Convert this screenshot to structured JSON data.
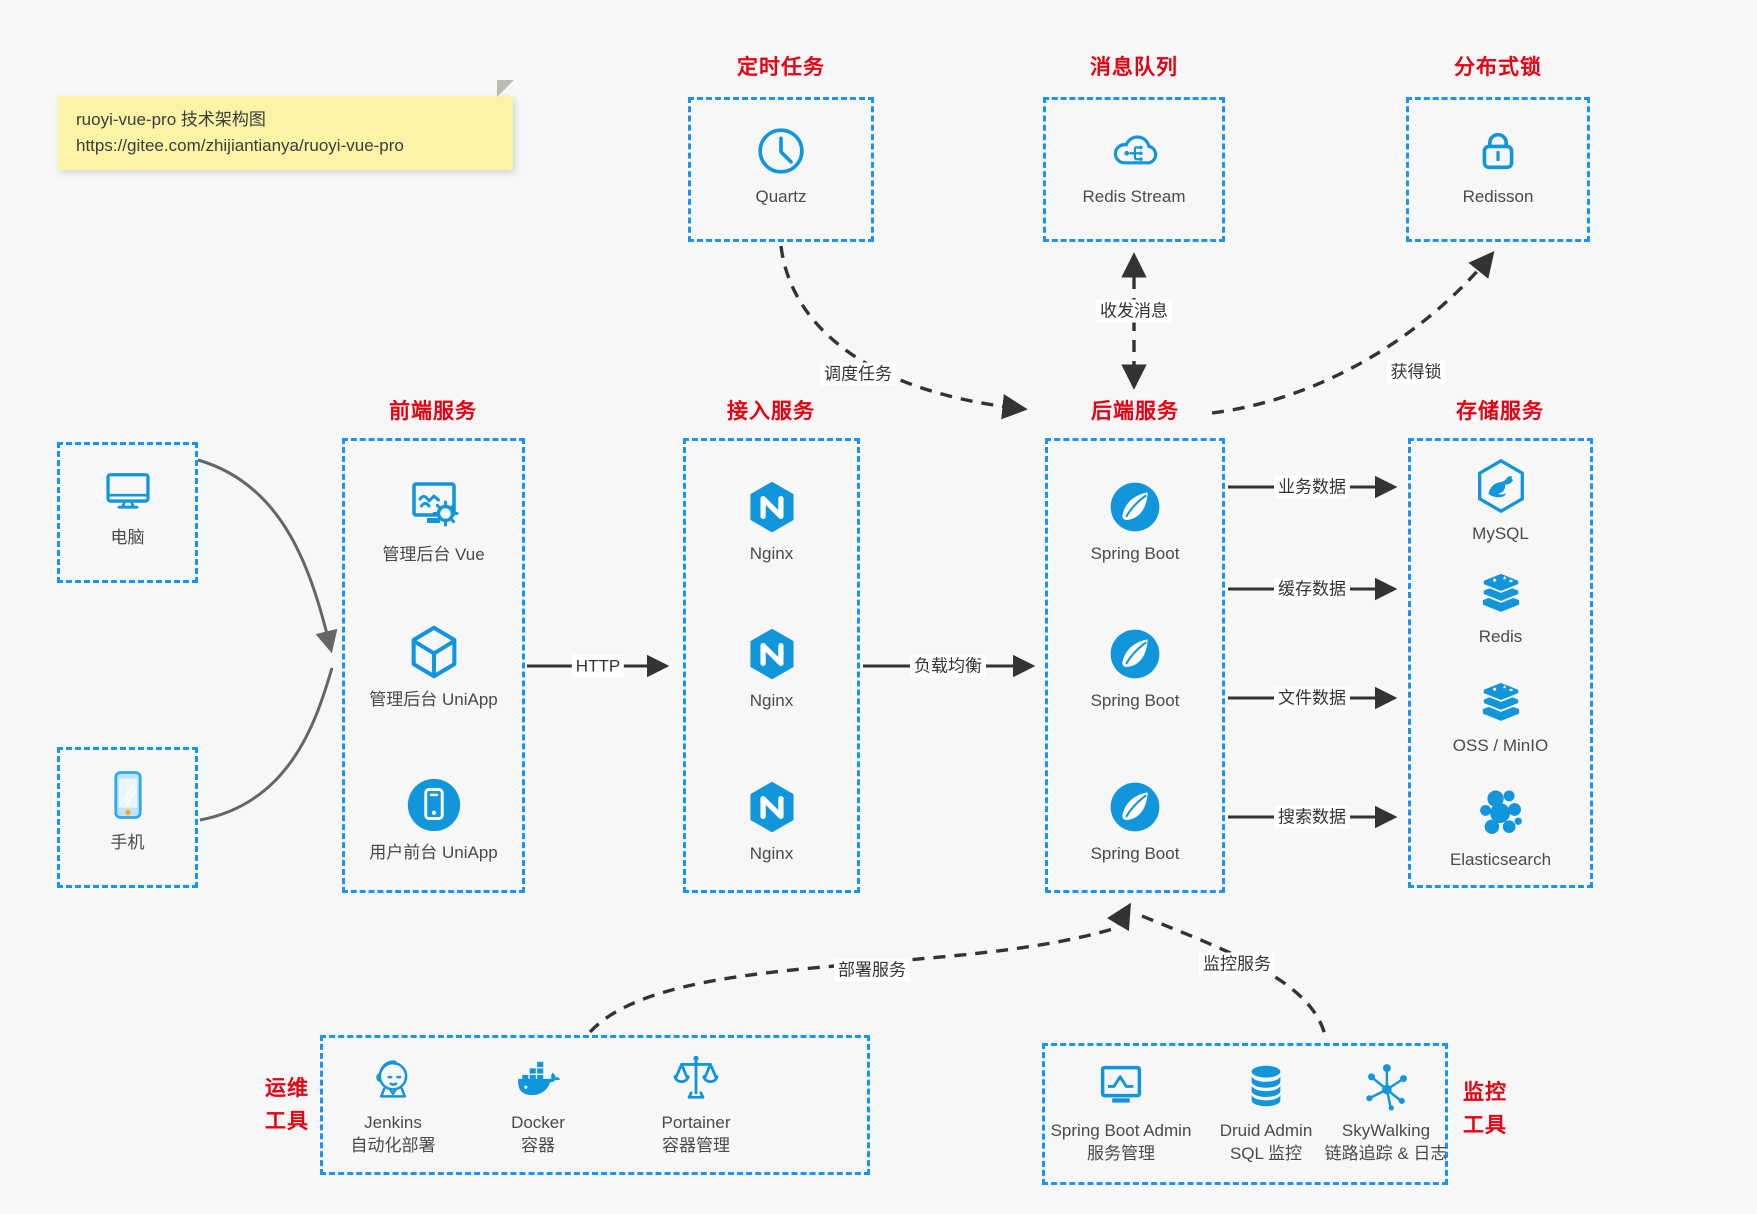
{
  "note": {
    "line1": "ruoyi-vue-pro 技术架构图",
    "line2": "https://gitee.com/zhijiantianya/ruoyi-vue-pro"
  },
  "groups": {
    "scheduled": {
      "title": "定时任务",
      "items": [
        "Quartz"
      ]
    },
    "mq": {
      "title": "消息队列",
      "items": [
        "Redis Stream"
      ]
    },
    "dlock": {
      "title": "分布式锁",
      "items": [
        "Redisson"
      ]
    },
    "clients": {
      "computer": "电脑",
      "phone": "手机"
    },
    "frontend": {
      "title": "前端服务",
      "items": [
        "管理后台 Vue",
        "管理后台 UniApp",
        "用户前台 UniApp"
      ]
    },
    "gateway": {
      "title": "接入服务",
      "items": [
        "Nginx",
        "Nginx",
        "Nginx"
      ]
    },
    "backend": {
      "title": "后端服务",
      "items": [
        "Spring Boot",
        "Spring Boot",
        "Spring Boot"
      ]
    },
    "storage": {
      "title": "存储服务",
      "items": [
        "MySQL",
        "Redis",
        "OSS / MinIO",
        "Elasticsearch"
      ]
    },
    "devops": {
      "title": [
        "运维",
        "工具"
      ],
      "items": [
        {
          "name": "Jenkins",
          "desc": "自动化部署"
        },
        {
          "name": "Docker",
          "desc": "容器"
        },
        {
          "name": "Portainer",
          "desc": "容器管理"
        }
      ]
    },
    "monitoring": {
      "title": [
        "监控",
        "工具"
      ],
      "items": [
        {
          "name": "Spring Boot Admin",
          "desc": "服务管理"
        },
        {
          "name": "Druid Admin",
          "desc": "SQL 监控"
        },
        {
          "name": "SkyWalking",
          "desc": "链路追踪 & 日志"
        }
      ]
    }
  },
  "edges": {
    "http": "HTTP",
    "load_balance": "负载均衡",
    "schedule": "调度任务",
    "messaging": "收发消息",
    "acquire_lock": "获得锁",
    "business_data": "业务数据",
    "cache_data": "缓存数据",
    "file_data": "文件数据",
    "search_data": "搜索数据",
    "deploy": "部署服务",
    "monitor": "监控服务"
  },
  "icons": {
    "clock-icon": "clock outline",
    "cloud-stream-icon": "cloud with stream branch",
    "lock-icon": "padlock outline",
    "computer-icon": "desktop monitor outline",
    "phone-icon": "mobile phone",
    "admin-vue-icon": "monitor with chart and gear",
    "uniapp-cube-icon": "3d cube with Y",
    "user-app-icon": "circle with phone",
    "nginx-icon": "hexagon with N",
    "spring-boot-icon": "circle with leaf",
    "mysql-icon": "hexagon with dolphin",
    "layer-stack-icon": "stacked slabs",
    "elasticsearch-icon": "circle cluster",
    "jenkins-icon": "butler line art",
    "docker-icon": "whale with containers",
    "portainer-icon": "balance scales",
    "sba-icon": "monitor with line chart",
    "druid-icon": "database cylinder",
    "skywalking-icon": "node network"
  },
  "colors": {
    "accent_blue": "#1296db",
    "border_blue": "#1b93f5",
    "title_red": "#e60012",
    "note_bg": "#fbf3a6",
    "arrow_dark": "#333333",
    "arrow_gray": "#666666",
    "background": "#f7f7f8"
  }
}
